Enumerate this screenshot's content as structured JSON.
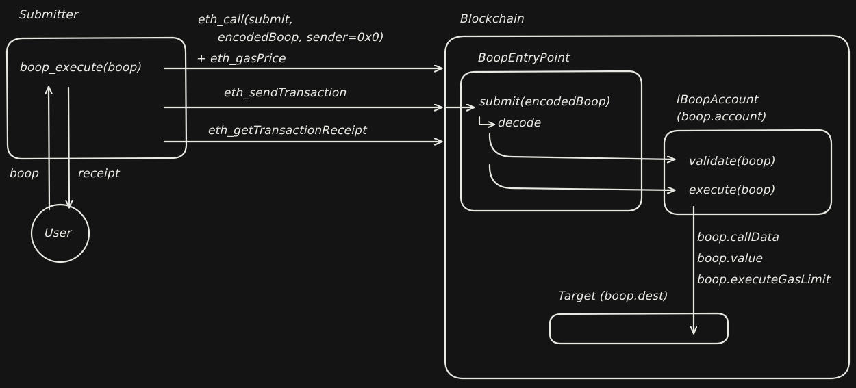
{
  "diagram": {
    "title_hidden": "Boop submission flow",
    "background_color": "#141414",
    "stroke_color": "#e9e9e4",
    "text_color": "#e9e9e4",
    "groups": {
      "submitter": {
        "label": "Submitter",
        "inner_label": "boop_execute(boop)"
      },
      "blockchain": {
        "label": "Blockchain"
      },
      "boop_entry_point": {
        "label": "BoopEntryPoint",
        "submit_label": "submit(encodedBoop)",
        "decode_label": "decode"
      },
      "iboop_account": {
        "label_line1": "IBoopAccount",
        "label_line2": "(boop.account)",
        "validate_label": "validate(boop)",
        "execute_label": "execute(boop)"
      },
      "target": {
        "label": "Target (boop.dest)"
      },
      "user": {
        "label": "User"
      }
    },
    "edges": {
      "boop": "boop",
      "receipt": "receipt",
      "eth_call_line1": "eth_call(submit,",
      "eth_call_line2": "encodedBoop, sender=0x0)",
      "eth_call_line3": "+ eth_gasPrice",
      "eth_send_transaction": "eth_sendTransaction",
      "eth_get_transaction_receipt": "eth_getTransactionReceipt",
      "exec_params_line1": "boop.callData",
      "exec_params_line2": "boop.value",
      "exec_params_line3": "boop.executeGasLimit"
    }
  }
}
